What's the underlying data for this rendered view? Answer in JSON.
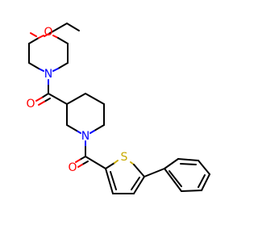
{
  "colors": {
    "background": "#ffffff",
    "carbon_bond": "#000000",
    "oxygen": "#ff0000",
    "nitrogen": "#0000ff",
    "sulfur": "#c8aa00"
  },
  "atoms": {
    "morpholine_oxygen": "O",
    "morpholine_nitrogen": "N",
    "carbonyl_oxygen_upper": "O",
    "piperidine_nitrogen": "N",
    "carbonyl_oxygen_lower": "O",
    "thiophene_sulfur": "S"
  }
}
